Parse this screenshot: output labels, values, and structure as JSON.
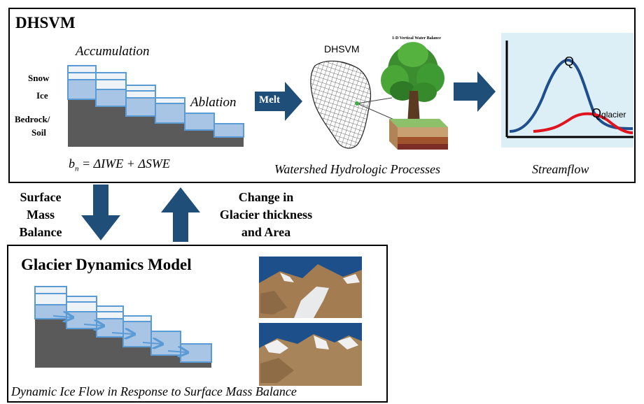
{
  "dhsvm_panel": {
    "title": "DHSVM",
    "accumulation": "Accumulation",
    "ablation": "Ablation",
    "layer_labels": {
      "snow": "Snow",
      "ice": "Ice",
      "bedrock": "Bedrock/",
      "soil": "Soil"
    },
    "melt_label": "Melt",
    "equation": {
      "b": "b",
      "n": "n",
      "rest": " = ΔIWE + ΔSWE"
    },
    "watershed_model_label": "DHSVM",
    "vertical_balance_label": "1-D Vertical Water Balance",
    "watershed_caption": "Watershed Hydrologic Processes",
    "streamflow_caption": "Streamflow",
    "streamflow_q": "Q",
    "streamflow_q_glacier": {
      "q": "Q",
      "sub": "glacier"
    }
  },
  "arrows": {
    "surface_mass_balance": [
      "Surface",
      "Mass",
      "Balance"
    ],
    "change_glacier": [
      "Change in",
      "Glacier thickness",
      "and Area"
    ]
  },
  "glacier_panel": {
    "title": "Glacier Dynamics Model",
    "caption": "Dynamic Ice Flow in Response to Surface Mass Balance"
  },
  "colors": {
    "arrow": "#1f4e79",
    "ice": "#a9c5e6",
    "snow": "#eef3f8",
    "bedrock": "#5a5a5a",
    "stream_q": "#1f4e8c",
    "stream_q_glacier": "#e0141e",
    "stream_bg": "#dceef6"
  }
}
